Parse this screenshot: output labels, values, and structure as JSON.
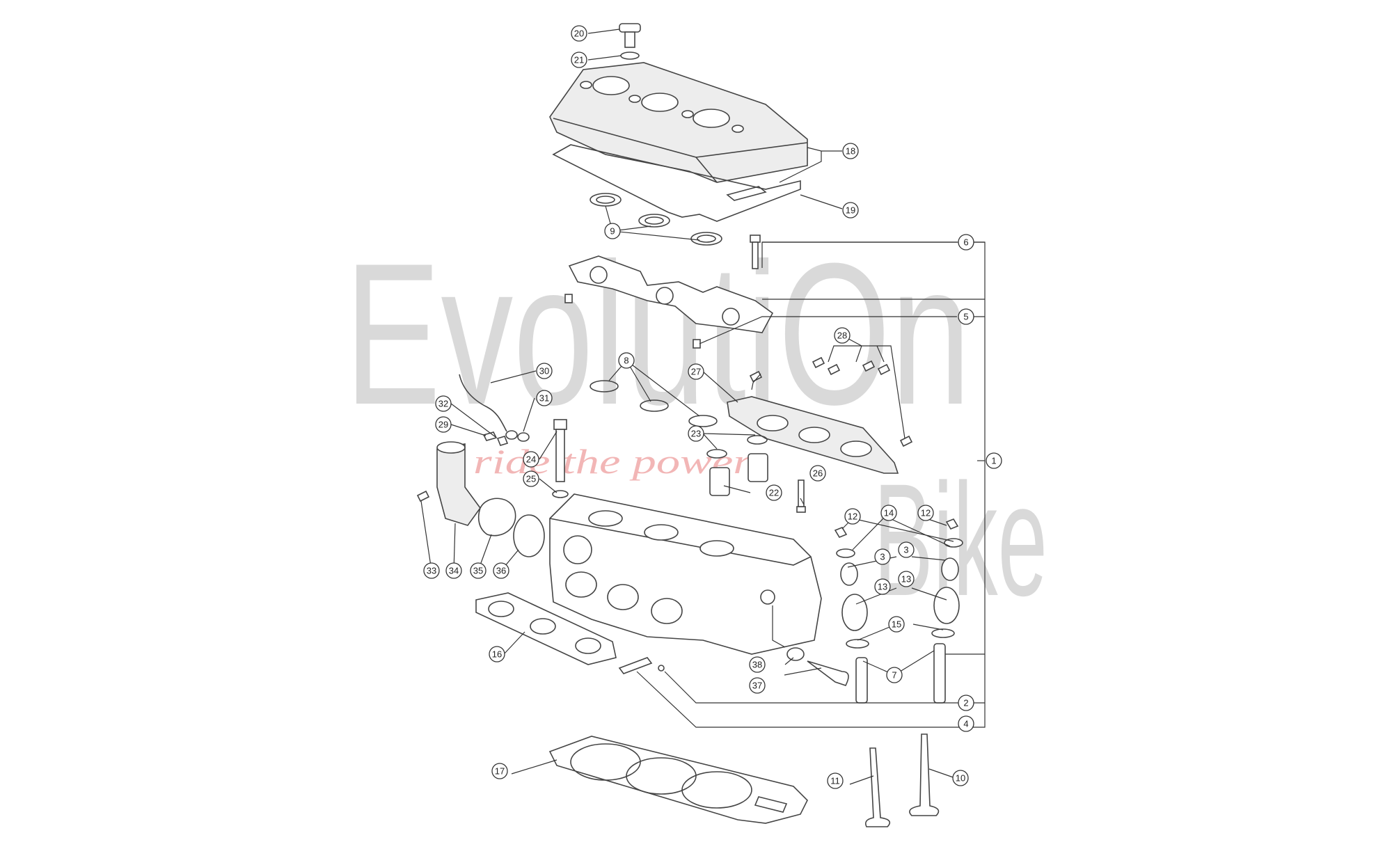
{
  "watermark": {
    "line1": "EvolutiOn",
    "line2": "Bike",
    "tagline": "ride the power"
  },
  "callouts": [
    "1",
    "2",
    "3",
    "3",
    "4",
    "5",
    "6",
    "7",
    "8",
    "9",
    "10",
    "11",
    "12",
    "12",
    "13",
    "13",
    "14",
    "15",
    "16",
    "17",
    "18",
    "19",
    "20",
    "21",
    "22",
    "23",
    "24",
    "25",
    "26",
    "27",
    "28",
    "29",
    "30",
    "31",
    "32",
    "33",
    "34",
    "35",
    "36",
    "37",
    "38"
  ]
}
